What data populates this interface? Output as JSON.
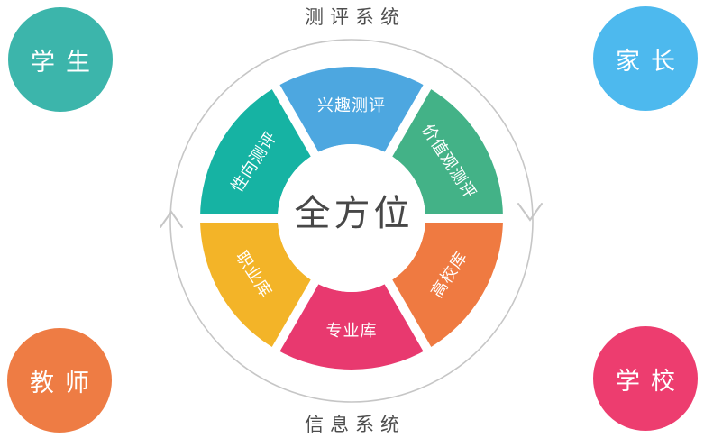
{
  "titles": {
    "top": "测评系统",
    "bottom": "信息系统"
  },
  "center_label": "全方位",
  "corner_circles": [
    {
      "id": "students",
      "label": "学生",
      "color": "#3cb5ab"
    },
    {
      "id": "parents",
      "label": "家长",
      "color": "#4db9ee"
    },
    {
      "id": "teachers",
      "label": "教师",
      "color": "#ee7c44"
    },
    {
      "id": "schools",
      "label": "学校",
      "color": "#ed3d6f"
    }
  ],
  "wheel": {
    "rotation_direction": "clockwise",
    "segments": [
      {
        "label": "兴趣测评",
        "color": "#4da7e0",
        "angle": 0,
        "label_rotation": 0
      },
      {
        "label": "价值观测评",
        "color": "#43b287",
        "angle": 60,
        "label_rotation": 57
      },
      {
        "label": "高校库",
        "color": "#ef7a41",
        "angle": 120,
        "label_rotation": -57
      },
      {
        "label": "专业库",
        "color": "#e8396f",
        "angle": 180,
        "label_rotation": 0
      },
      {
        "label": "职业库",
        "color": "#f3b428",
        "angle": 240,
        "label_rotation": 57
      },
      {
        "label": "性向测评",
        "color": "#16b3a3",
        "angle": 300,
        "label_rotation": -57
      }
    ],
    "arc_color": "#c6c6c6",
    "label_color": "#ffffff"
  }
}
